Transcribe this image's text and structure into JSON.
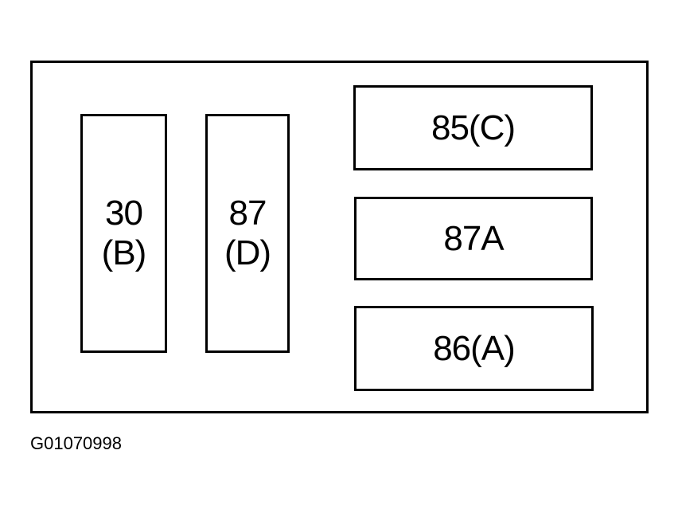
{
  "pins": [
    {
      "id": "30",
      "lines": [
        "30",
        "(B)"
      ]
    },
    {
      "id": "87",
      "lines": [
        "87",
        "(D)"
      ]
    },
    {
      "id": "85",
      "lines": [
        "85(C)"
      ]
    },
    {
      "id": "87a",
      "lines": [
        "87A"
      ]
    },
    {
      "id": "86",
      "lines": [
        "86(A)"
      ]
    }
  ],
  "figure_id": "G01070998"
}
